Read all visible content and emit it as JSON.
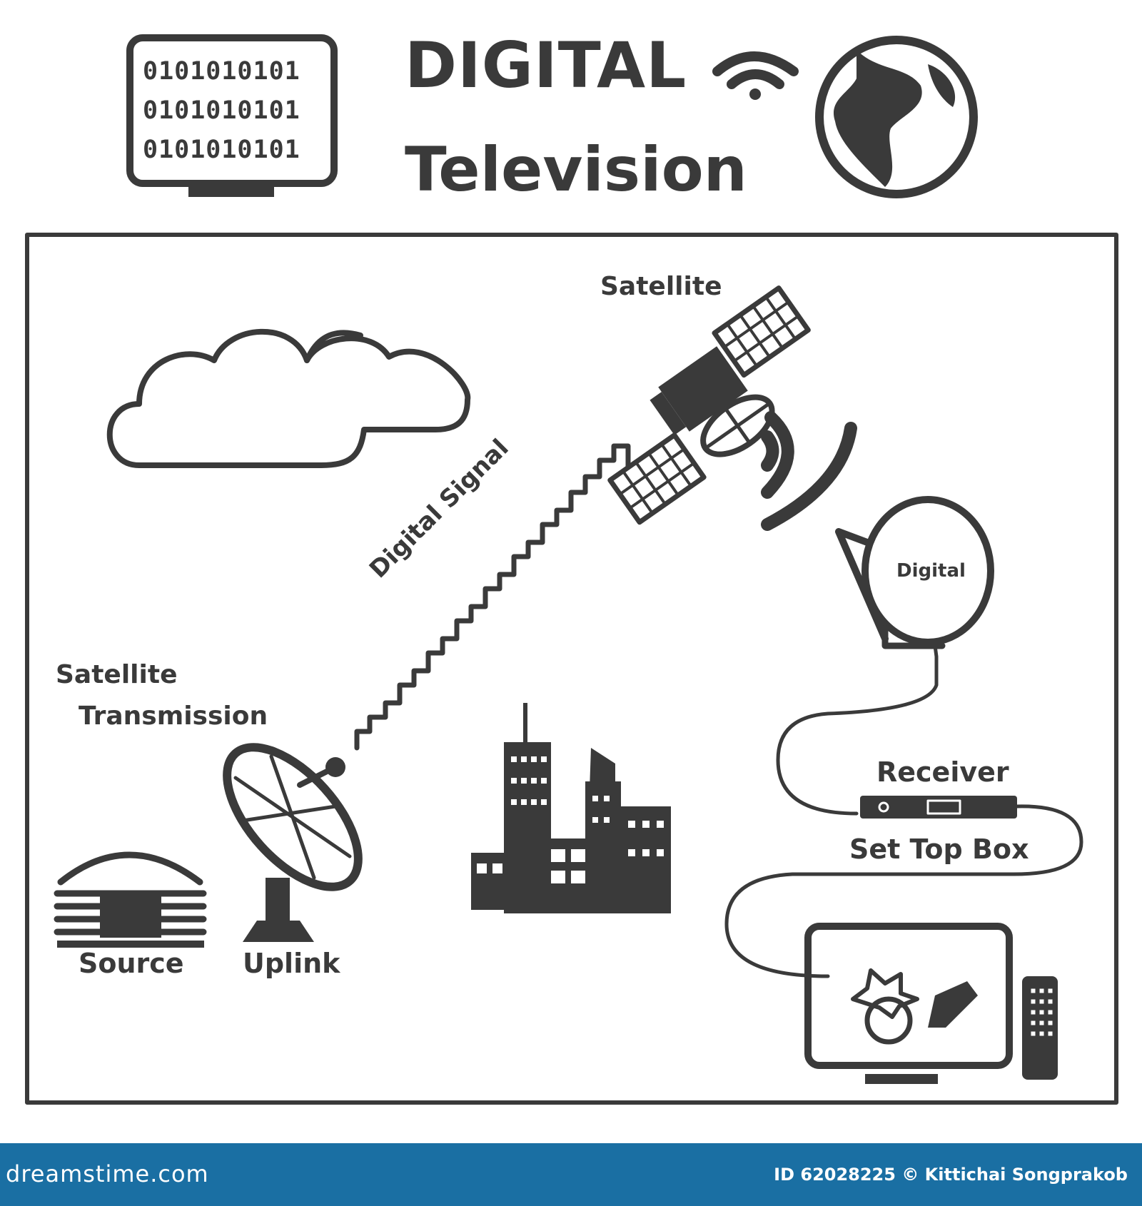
{
  "header": {
    "title_line1": "DIGITAL",
    "title_line2": "Television",
    "binary_rows": [
      "0101010101",
      "0101010101",
      "0101010101"
    ]
  },
  "diagram": {
    "labels": {
      "satellite": "Satellite",
      "satellite_transmission_line1": "Satellite",
      "satellite_transmission_line2": "Transmission",
      "digital_signal": "Digital Signal",
      "dish_digital": "Digital",
      "receiver": "Receiver",
      "set_top_box": "Set Top Box",
      "source": "Source",
      "uplink": "Uplink"
    }
  },
  "footer": {
    "brand": "dreamstime.com",
    "credit": "ID 62028225 © Kittichai Songprakob"
  },
  "colors": {
    "ink": "#3a3a3a",
    "footer_bg": "#1a6fa3",
    "footer_text": "#ffffff"
  }
}
